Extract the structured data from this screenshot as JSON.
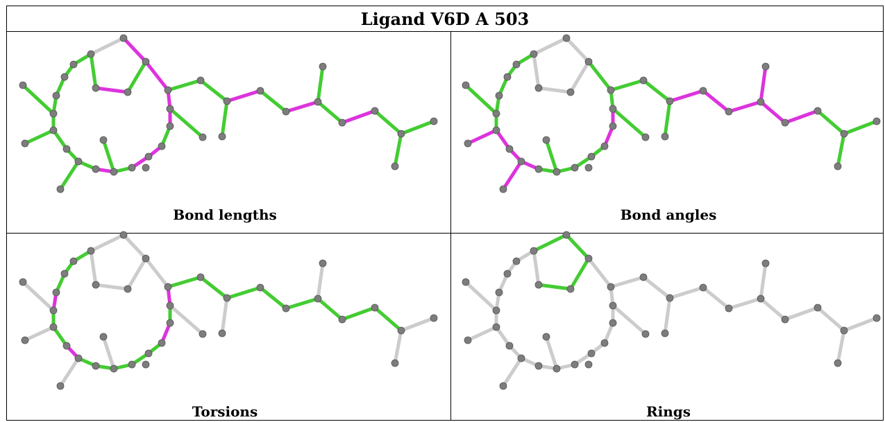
{
  "title": "Ligand V6D A 503",
  "panels": [
    {
      "label": "Bond lengths"
    },
    {
      "label": "Bond angles"
    },
    {
      "label": "Torsions"
    },
    {
      "label": "Rings"
    }
  ],
  "colors": {
    "ok": "#44cc33",
    "outlier": "#dd33dd",
    "neutral": "#cccccc",
    "atom": "#7d7d7d",
    "atom_edge": "#555555"
  }
}
